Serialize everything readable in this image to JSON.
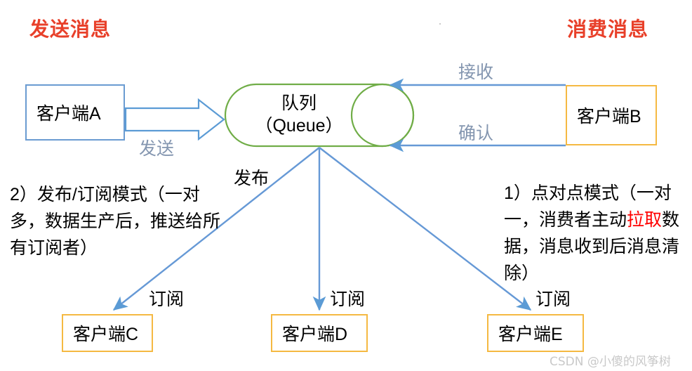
{
  "diagram": {
    "title_left": "发送消息",
    "title_right": "消费消息",
    "accent_red": "#E8402A",
    "accent_blue": "#5B9BD5",
    "accent_green": "#70AD47",
    "accent_amber": "#F5B942",
    "accent_gray_label": "#8496B0"
  },
  "queue": {
    "line1": "队列",
    "line2": "（Queue）"
  },
  "nodes": {
    "client_a": "客户端A",
    "client_b": "客户端B",
    "client_c": "客户端C",
    "client_d": "客户端D",
    "client_e": "客户端E"
  },
  "edges": {
    "send": "发送",
    "receive": "接收",
    "confirm": "确认",
    "publish": "发布",
    "subscribe_c": "订阅",
    "subscribe_d": "订阅",
    "subscribe_e": "订阅"
  },
  "notes": {
    "point_to_point": {
      "prefix": "1）点对点模式（一对一，消费者主动",
      "highlight": "拉取",
      "suffix": "数据，消息收到后消息清除）"
    },
    "pub_sub": "2）发布/订阅模式（一对多，数据生产后，推送给所有订阅者）"
  },
  "watermark": {
    "text": "CSDN @小傻的风筝树"
  }
}
